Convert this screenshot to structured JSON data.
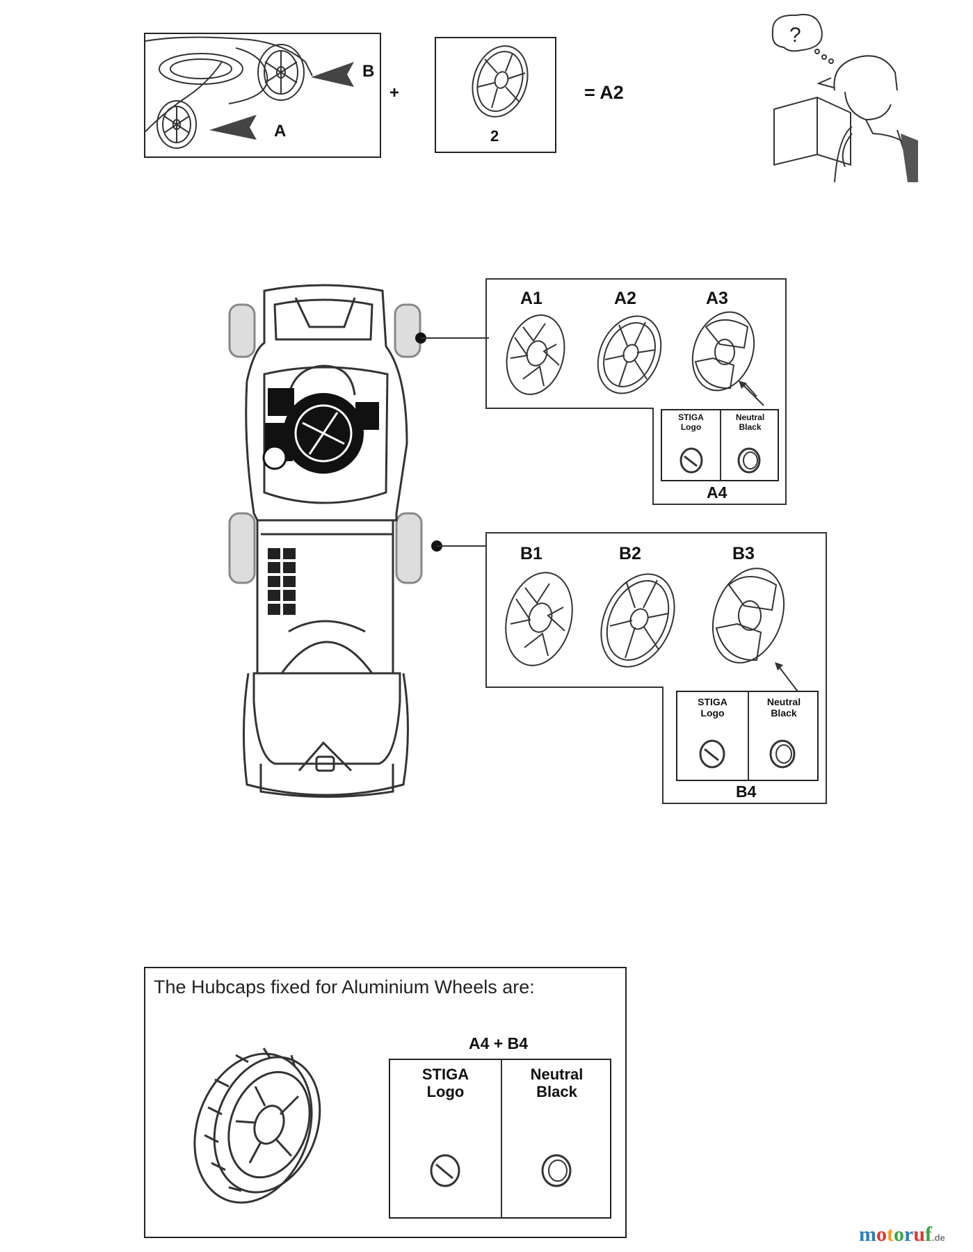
{
  "top": {
    "label_b": "B",
    "label_a": "A",
    "plus": "+",
    "part_number": "2",
    "equals": "= A2",
    "question_mark": "?"
  },
  "front_group": {
    "labels": [
      "A1",
      "A2",
      "A3"
    ],
    "insert_group_label": "A4",
    "insert_left": [
      "STIGA",
      "Logo"
    ],
    "insert_right": [
      "Neutral",
      "Black"
    ]
  },
  "rear_group": {
    "labels": [
      "B1",
      "B2",
      "B3"
    ],
    "insert_group_label": "B4",
    "insert_left": [
      "STIGA",
      "Logo"
    ],
    "insert_right": [
      "Neutral",
      "Black"
    ]
  },
  "bottom": {
    "title": "The Hubcaps  fixed for Aluminium Wheels are:",
    "group_label": "A4 + B4",
    "insert_left": [
      "STIGA",
      "Logo"
    ],
    "insert_right": [
      "Neutral",
      "Black"
    ]
  },
  "brand": {
    "name": "motoruf",
    "tld": ".de",
    "colors": {
      "m": "#2a7fb8",
      "o1": "#d43a2f",
      "t": "#f0a020",
      "o2": "#3aa345",
      "r": "#2a7fb8",
      "u": "#d43a2f",
      "f": "#3aa345",
      "tld": "#777777"
    }
  }
}
